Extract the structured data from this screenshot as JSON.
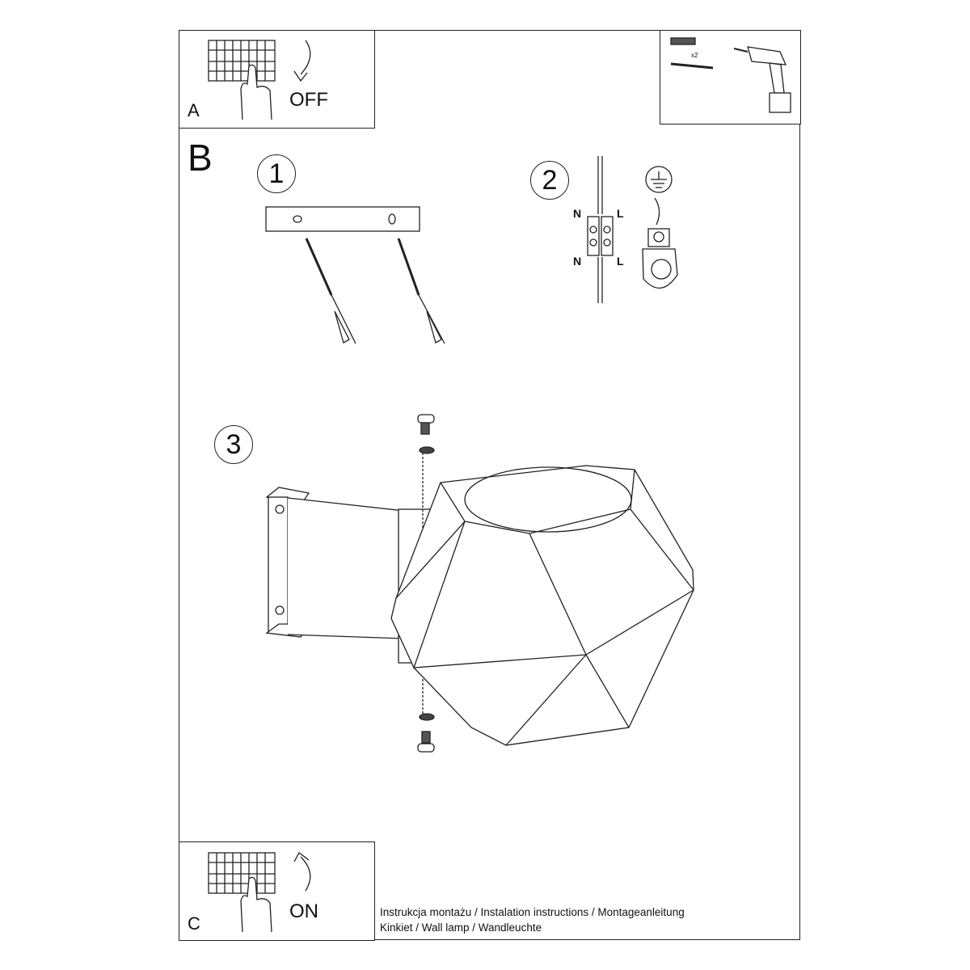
{
  "step_a": {
    "label": "A",
    "state": "OFF"
  },
  "tools": {
    "quantity": "x2"
  },
  "step_b": {
    "label": "B",
    "substeps": [
      "1",
      "2",
      "3"
    ],
    "wiring_labels": {
      "n_top": "N",
      "l_top": "L",
      "n_bottom": "N",
      "l_bottom": "L"
    }
  },
  "step_c": {
    "label": "C",
    "state": "ON"
  },
  "caption": {
    "line1": "Instrukcja montażu / Instalation instructions / Montageanleitung",
    "line2": "Kinkiet  / Wall lamp / Wandleuchte"
  }
}
